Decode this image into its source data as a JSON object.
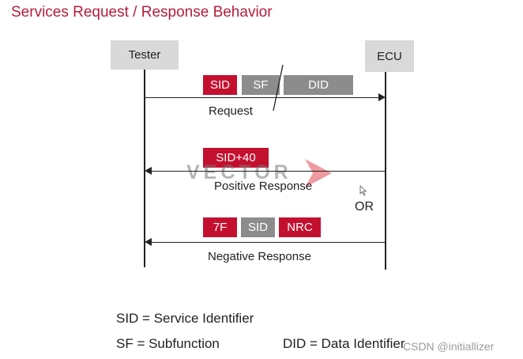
{
  "title": "Services Request / Response Behavior",
  "lifelines": {
    "tester": "Tester",
    "ecu": "ECU"
  },
  "request": {
    "fields": [
      "SID",
      "SF",
      "DID"
    ],
    "label": "Request"
  },
  "positive": {
    "fields": [
      "SID+40"
    ],
    "label": "Positive Response"
  },
  "or_label": "OR",
  "negative": {
    "fields": [
      "7F",
      "SID",
      "NRC"
    ],
    "label": "Negative Response"
  },
  "legend": {
    "sid": "SID = Service Identifier",
    "sf": "SF = Subfunction",
    "did": "DID = Data Identifier"
  },
  "watermarks": {
    "vector": "VECTOR",
    "csdn": "CSDN @initiallizer"
  },
  "colors": {
    "title": "#b71c3a",
    "red_field": "#c4102f",
    "grey_field": "#8c8c8c",
    "lifeline_head": "#d9d9d9"
  }
}
